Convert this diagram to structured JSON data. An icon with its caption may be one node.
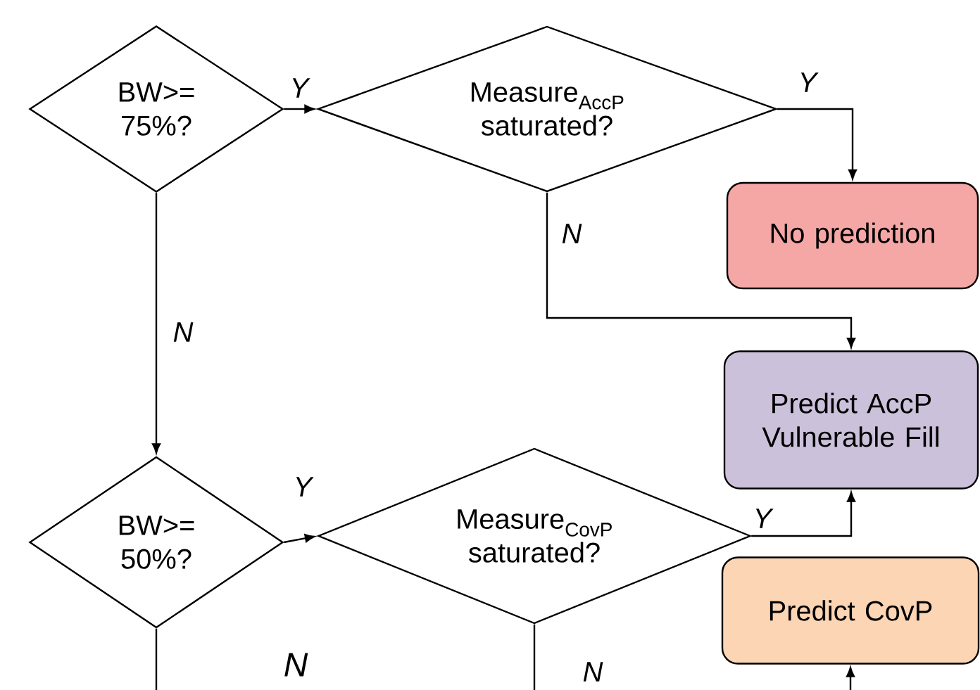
{
  "diagram": {
    "nodes": [
      {
        "text": [
          "BW>= 75%?"
        ]
      },
      {
        "text": [
          "Measure$_{AccP}$ saturated?"
        ]
      },
      {
        "text": [
          "No prediction"
        ]
      },
      {
        "text": [
          "Predict AccP Vulnerable Fill"
        ]
      },
      {
        "text": [
          "BW>= 50%?"
        ]
      },
      {
        "text": [
          "Measure$_{CovP}$ saturated?"
        ]
      },
      {
        "text": [
          "Predict CovP"
        ]
      }
    ],
    "edges": [
      {
        "from": 0,
        "to": 1,
        "arrow": "to",
        "label": "Y"
      },
      {
        "from": 1,
        "to": 2,
        "arrow": "to",
        "label": "Y"
      },
      {
        "from": 1,
        "to": 3,
        "arrow": "to",
        "label": "N"
      },
      {
        "from": 0,
        "to": 4,
        "arrow": "to",
        "label": "N"
      },
      {
        "from": 4,
        "to": 5,
        "arrow": "to",
        "label": "Y"
      },
      {
        "from": 5,
        "to": 3,
        "arrow": "to",
        "label": "Y"
      },
      {
        "from": 4,
        "to": null,
        "arrow": "none",
        "label": "N"
      },
      {
        "from": 5,
        "to": null,
        "arrow": "none",
        "label": "N"
      },
      {
        "from": null,
        "to": 6,
        "arrow": "to"
      }
    ]
  }
}
